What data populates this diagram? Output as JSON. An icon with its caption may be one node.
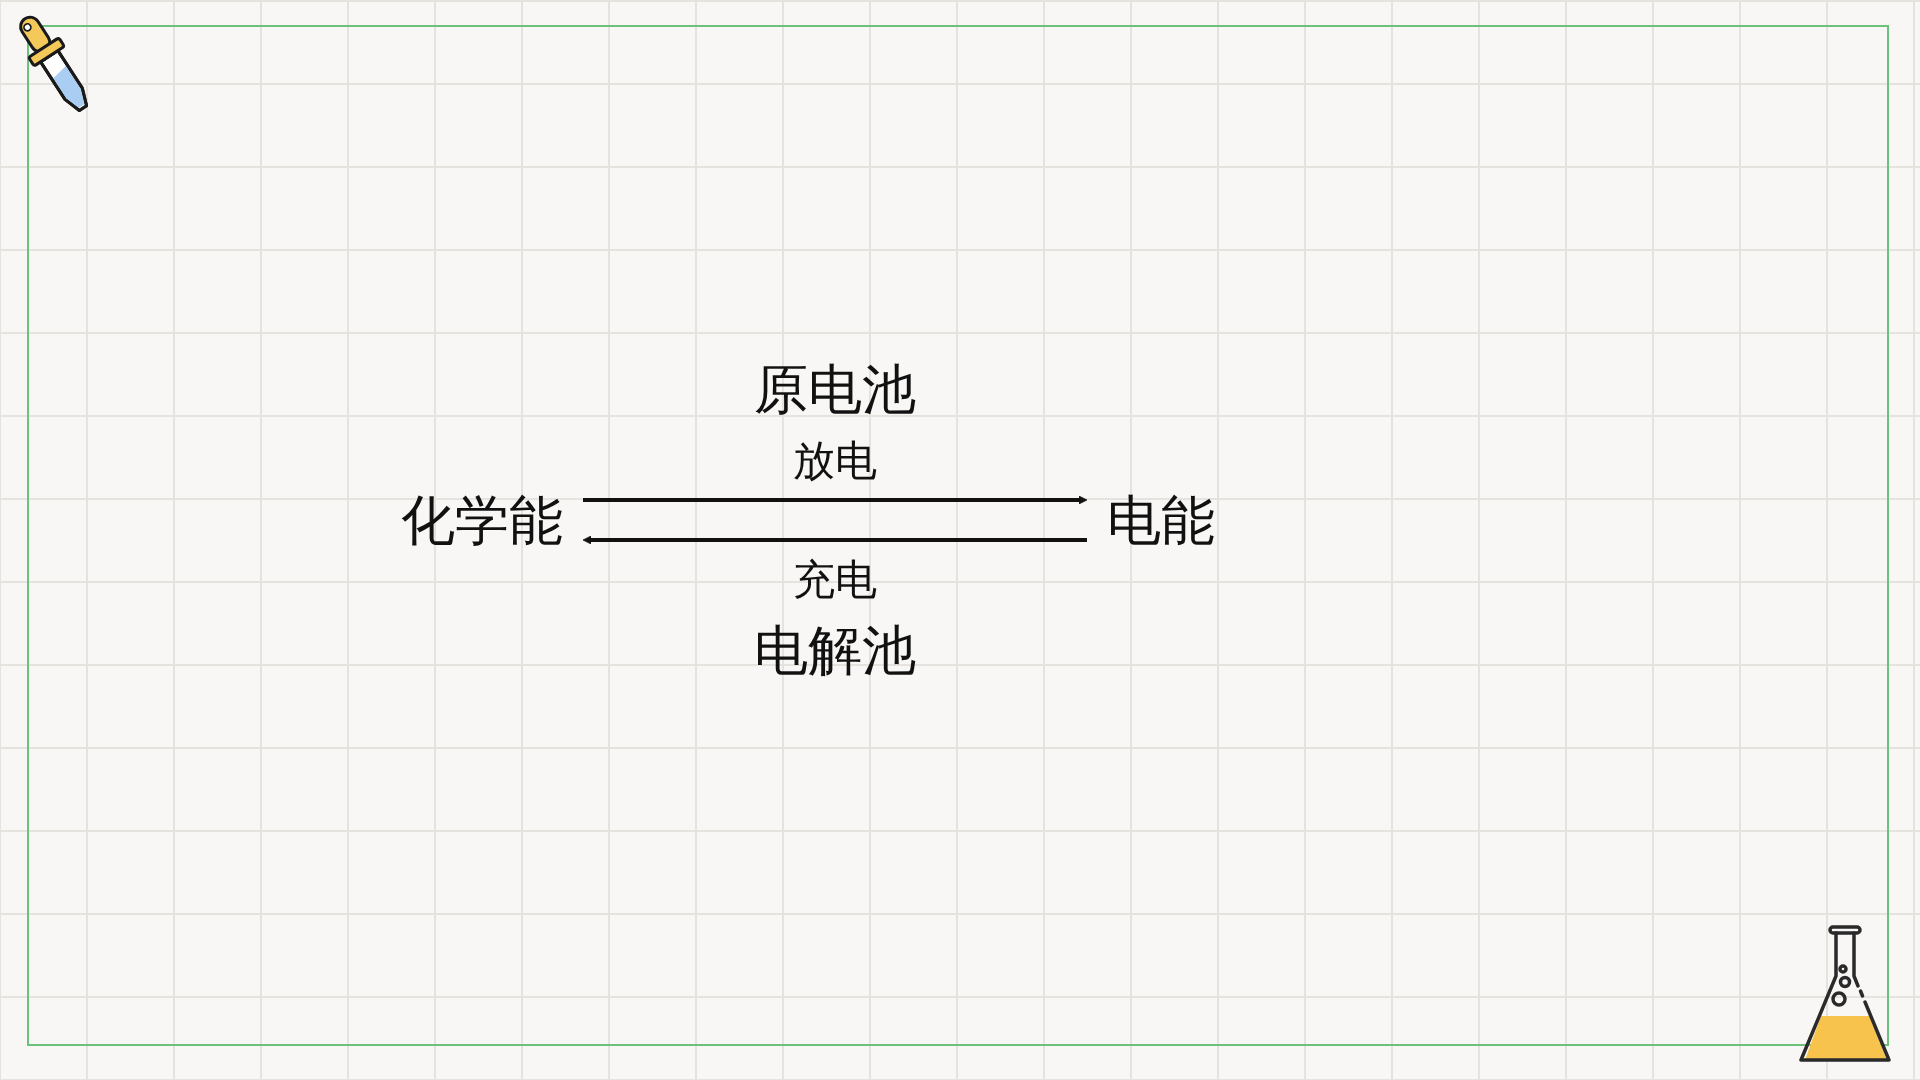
{
  "diagram": {
    "nodes": [
      {
        "text": [
          "化学能"
        ]
      },
      {
        "text": [
          "电能"
        ]
      }
    ],
    "edges": [
      {
        "from": 0,
        "to": 1,
        "arrow": "to",
        "label": "放电"
      },
      {
        "from": 1,
        "to": 0,
        "arrow": "to",
        "label": "充电"
      }
    ],
    "labels": [
      "原电池",
      "电解池"
    ]
  }
}
